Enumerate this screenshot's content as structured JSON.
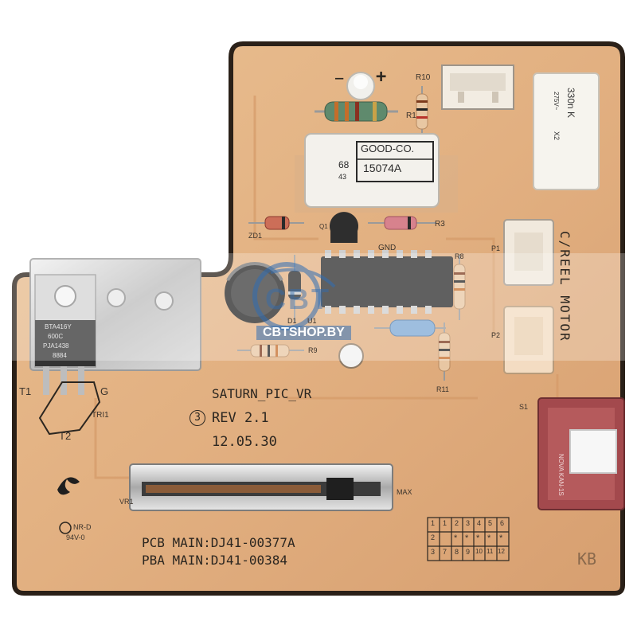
{
  "board": {
    "name": "SATURN_PIC_VR",
    "revision_marker": "3",
    "revision": "REV 2.1",
    "date": "12.05.30",
    "pcb_main": "PCB MAIN:DJ41-00377A",
    "pba_main": "PBA MAIN:DJ41-00384",
    "ul_mark": "NR-D",
    "flammability": "94V-0",
    "kb_mark": "KB"
  },
  "labels": {
    "motor": "C/REEL MOTOR",
    "p1": "P1",
    "p2": "P2",
    "s1": "S1",
    "gnd": "GND",
    "t1": "T1",
    "t2": "T2",
    "g": "G",
    "tri1": "TRI1",
    "vr1": "VR1",
    "max": "MAX",
    "zd1": "ZD1",
    "r1": "R1",
    "r3": "R3",
    "r8": "R8",
    "r9": "R9",
    "r10": "R10",
    "r11": "R11",
    "d1": "D1",
    "u1": "U1",
    "q1": "Q1",
    "led_minus": "−",
    "led_plus": "+"
  },
  "components": {
    "varistor_line1": "GOOD-CO.",
    "varistor_line2": "15074A",
    "varistor_side1": "68",
    "varistor_side2": "43",
    "capacitor_line1": "330n K",
    "capacitor_line2": "275V~",
    "capacitor_line3": "X2",
    "triac_line1": "BTA416Y",
    "triac_line2": "600C",
    "triac_line3": "PJA1438",
    "triac_line4": "8884",
    "switch_text": "NOVA KAN-1S"
  },
  "grid_table": {
    "top_row": [
      "1",
      "2",
      "3",
      "4",
      "5",
      "6"
    ],
    "mid_row": [
      "*",
      "*",
      "*",
      "*",
      "*"
    ],
    "bottom_row": [
      "7",
      "8",
      "9",
      "10",
      "11",
      "12"
    ],
    "side_top": "1",
    "side_mid": "2",
    "side_bottom": "3"
  },
  "watermark": {
    "logo": "CBT",
    "site": "CBTSHOP.BY"
  },
  "colors": {
    "pcb": "#e7b98a",
    "pcb_shade": "#d9a270",
    "heatsink": "#c9c9c9",
    "switch": "#a84a4a",
    "connector": "#f1e8dc",
    "silkscreen": "#2b2620"
  }
}
